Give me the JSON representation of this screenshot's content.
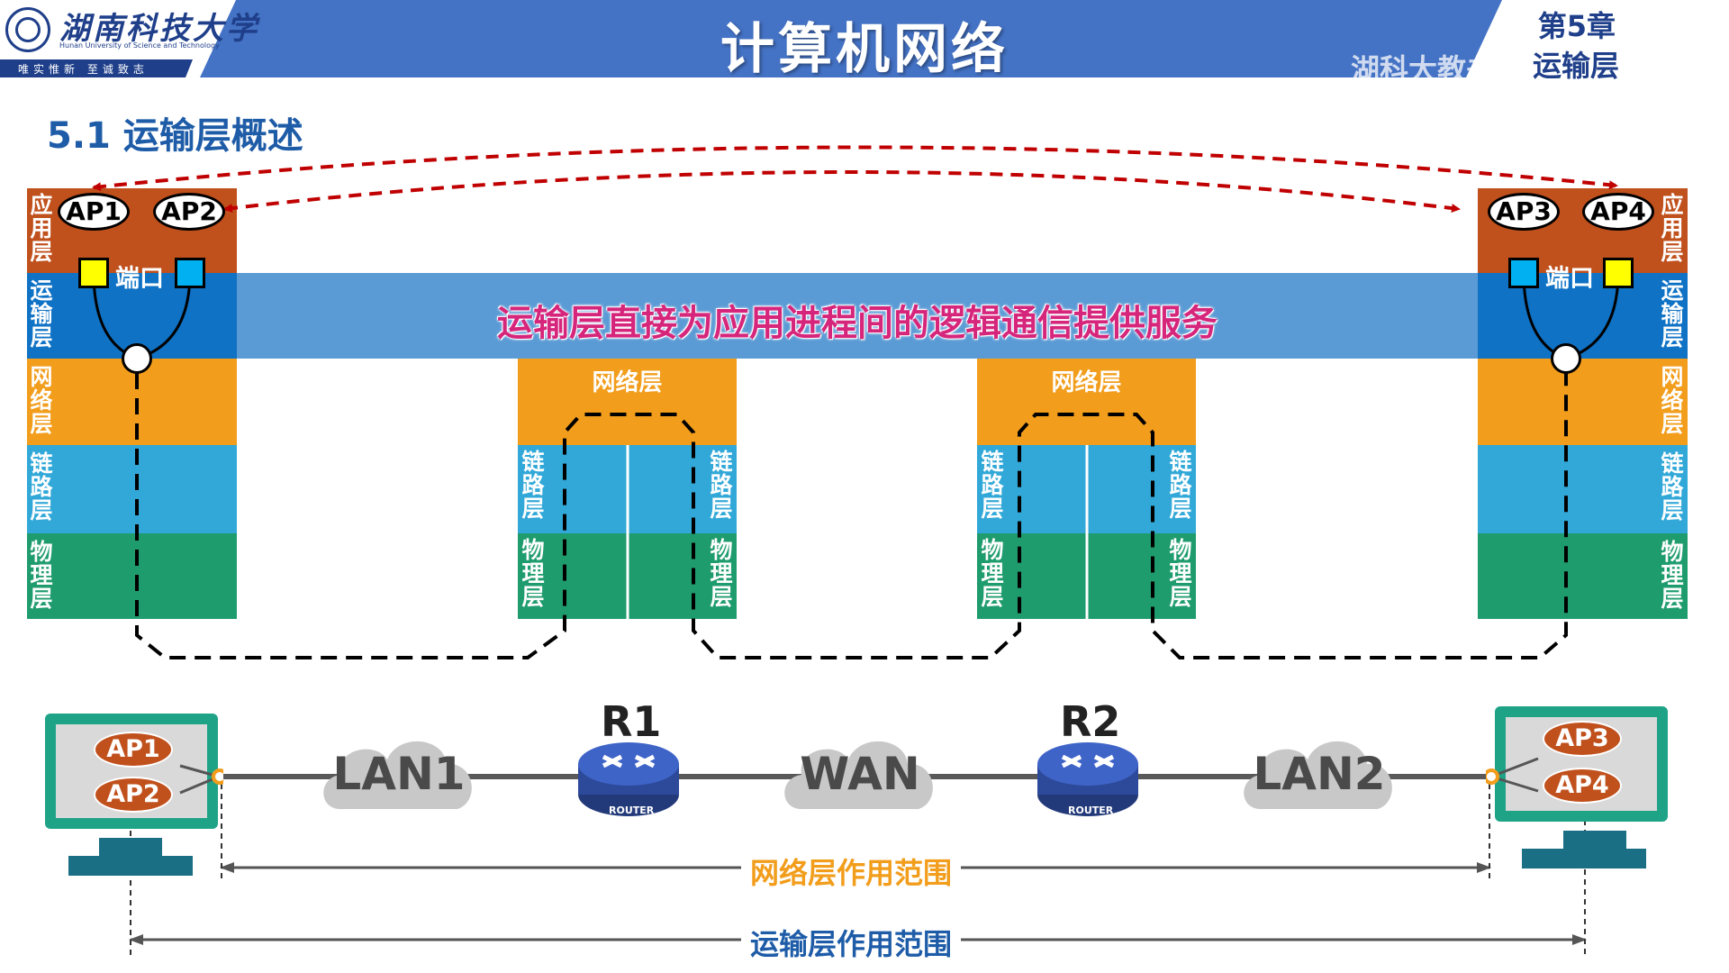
{
  "header": {
    "title": "计算机网络",
    "university_cn": "湖南科技大学",
    "university_en": "Hunan University of Science and Technology",
    "motto": "唯实惟新  至诚致志",
    "chapter": "第5章",
    "chapter_title": "运输层",
    "watermark": "湖科大教书匠"
  },
  "section_title": "5.1 运输层概述",
  "banner_text": "运输层直接为应用进程间的逻辑通信提供服务",
  "hosts": {
    "left": {
      "aps": [
        "AP1",
        "AP2"
      ],
      "port_label": "端口"
    },
    "right": {
      "aps": [
        "AP3",
        "AP4"
      ],
      "port_label": "端口"
    }
  },
  "layers": {
    "application": "应用层",
    "transport": "运输层",
    "network": "网络层",
    "link": "链路层",
    "physical": "物理层"
  },
  "routers": [
    "R1",
    "R2"
  ],
  "router_icon_label": "ROUTER",
  "networks": [
    "LAN1",
    "WAN",
    "LAN2"
  ],
  "ranges": {
    "network_layer": "网络层作用范围",
    "transport_layer": "运输层作用范围"
  },
  "colors": {
    "application": "#c0501c",
    "transport": "#0f72c5",
    "network": "#f29d1b",
    "link": "#31a8d8",
    "physical": "#1f9c6e",
    "header": "#4472c4",
    "banner_text": "#d6267c",
    "network_range_text": "#f29d1b",
    "transport_range_text": "#1e5ca8",
    "dashed_arrow": "#c00000"
  }
}
